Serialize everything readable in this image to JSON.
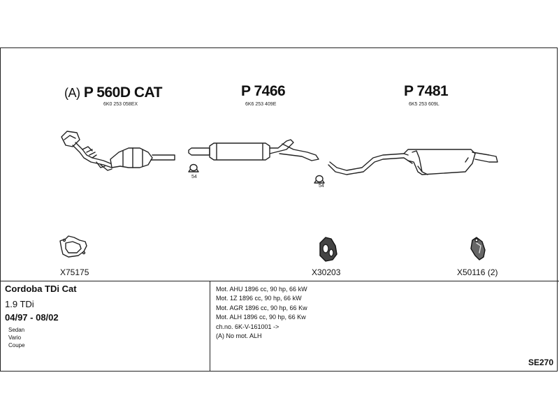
{
  "parts": [
    {
      "prefix": "(A)",
      "code": "P 560D CAT",
      "oe": "6K0 253 058EX"
    },
    {
      "code": "P 7466",
      "oe": "6K6 253 409E"
    },
    {
      "code": "P 7481",
      "oe": "6K5 253 609L"
    }
  ],
  "clamp_labels": [
    "54",
    "54"
  ],
  "fittings": [
    {
      "code": "X75175",
      "icon": "gasket-icon"
    },
    {
      "code": "X30203",
      "icon": "rubber-hanger-icon"
    },
    {
      "code": "X50116 (2)",
      "icon": "mounting-bracket-icon"
    }
  ],
  "vehicle": {
    "model": "Cordoba TDi Cat",
    "engine": "1.9 TDi",
    "years": "04/97 - 08/02",
    "body_types": [
      "Sedan",
      "Vario",
      "Coupe"
    ]
  },
  "specs": [
    "Mot. AHU 1896 cc, 90 hp, 66 kW",
    "Mot. 1Z 1896 cc, 90 hp, 66 kW",
    "Mot. AGR 1896 cc, 90 hp, 66 Kw",
    "Mot. ALH 1896 cc, 90 hp, 66 Kw",
    "ch.no. 6K-V-161001 ->",
    "(A) No mot. ALH"
  ],
  "reference": "SE270"
}
